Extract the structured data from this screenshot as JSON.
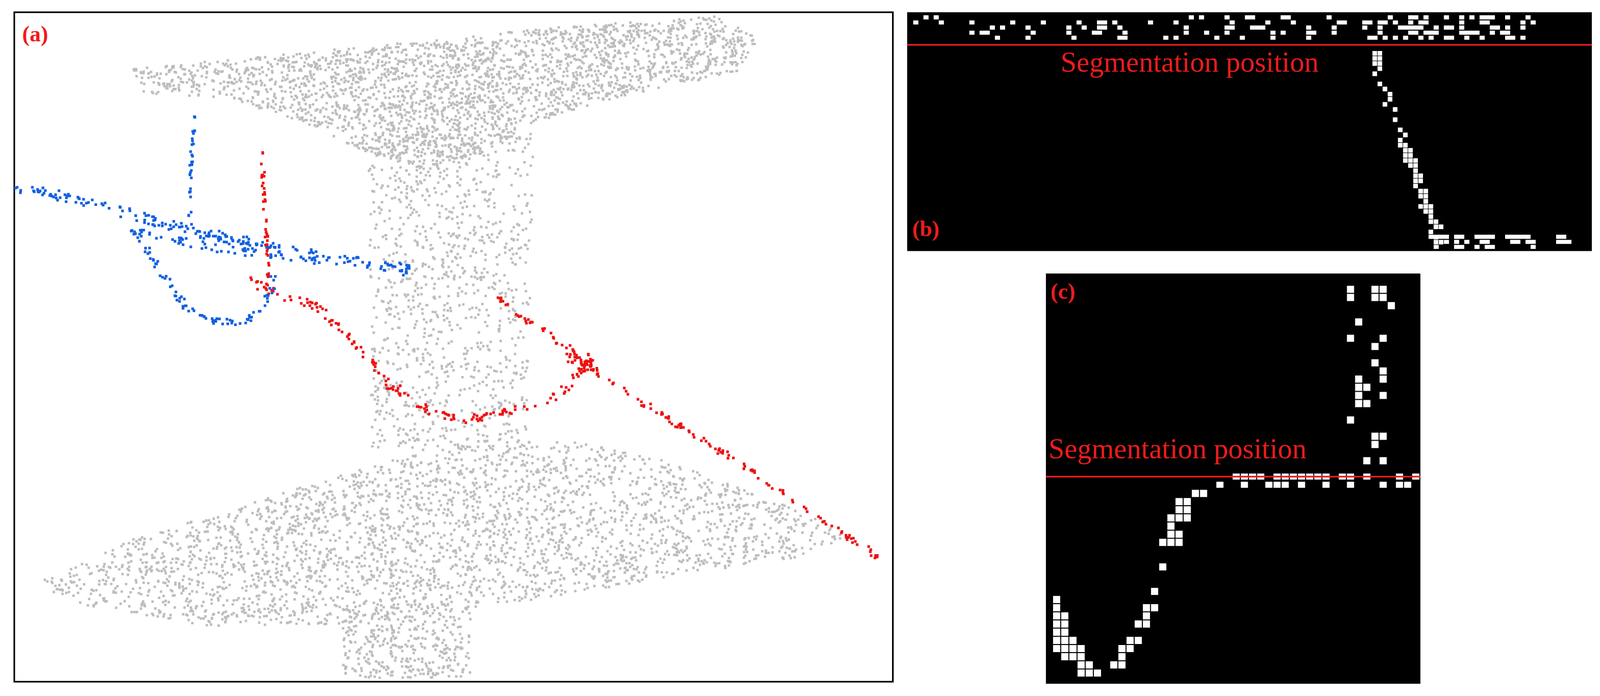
{
  "diagram": {
    "labels": [
      "(a)",
      "(b)",
      "(c)",
      "Segmentation position",
      "Segmentation position"
    ]
  }
}
